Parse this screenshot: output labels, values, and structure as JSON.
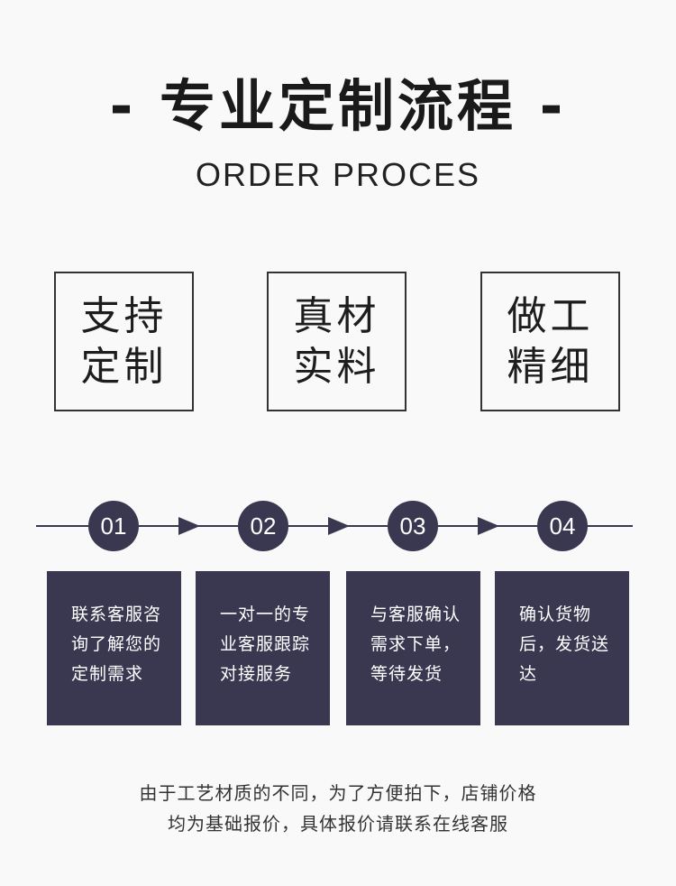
{
  "header": {
    "title": "- 专业定制流程 -",
    "subtitle": "ORDER PROCES"
  },
  "features": [
    {
      "line1": "支持",
      "line2": "定制"
    },
    {
      "line1": "真材",
      "line2": "实料"
    },
    {
      "line1": "做工",
      "line2": "精细"
    }
  ],
  "steps": [
    {
      "number": "01",
      "lines": [
        "联系客服咨",
        "询了解您的",
        "定制需求"
      ]
    },
    {
      "number": "02",
      "lines": [
        "一对一的专",
        "业客服跟踪",
        "对接服务"
      ]
    },
    {
      "number": "03",
      "lines": [
        "与客服确认",
        "需求下单，",
        "等待发货"
      ]
    },
    {
      "number": "04",
      "lines": [
        "确认货物",
        "后，发货送",
        "达"
      ]
    }
  ],
  "note": {
    "line1": "由于工艺材质的不同，为了方便拍下，店铺价格",
    "line2": "均为基础报价，具体报价请联系在线客服"
  },
  "colors": {
    "accent": "#3a3850",
    "background": "#f9f9f9"
  }
}
